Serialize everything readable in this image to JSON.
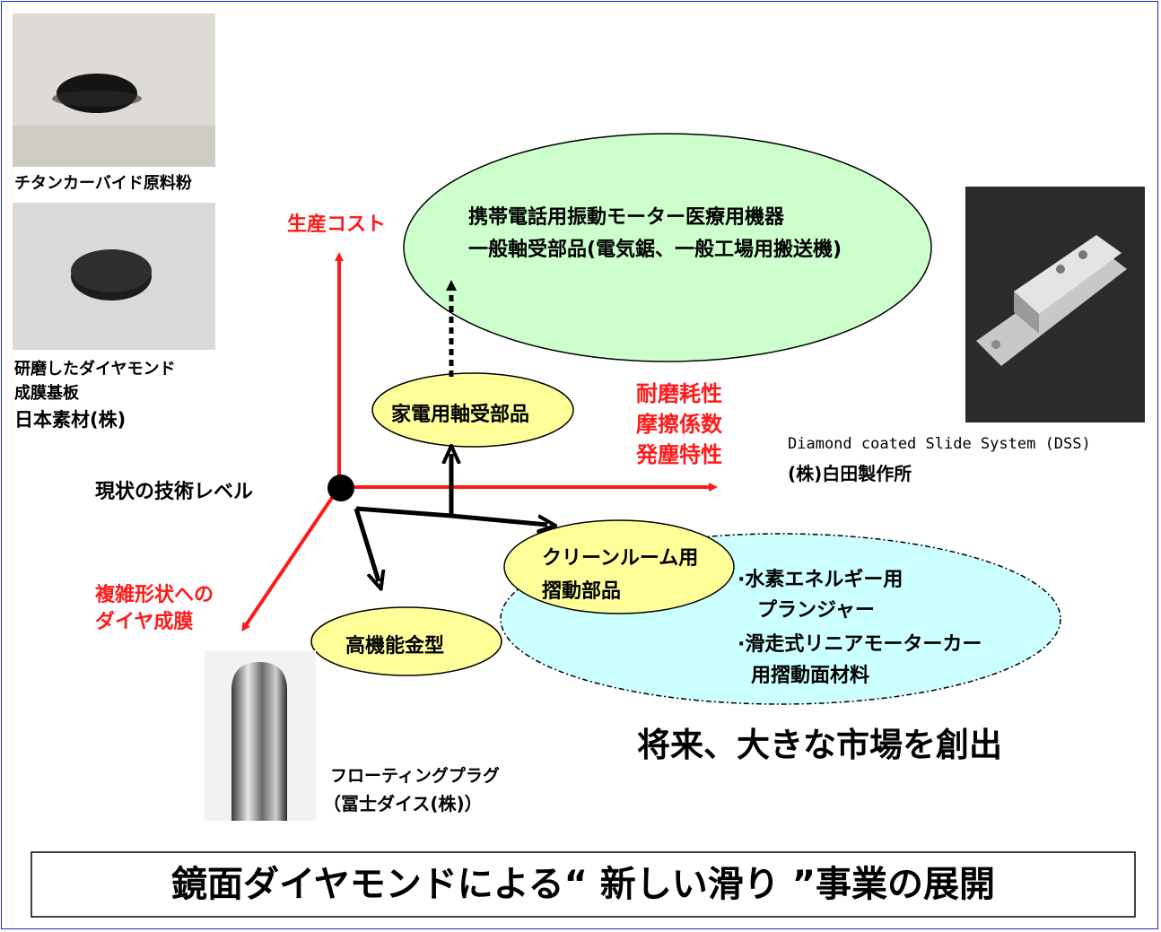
{
  "photos": {
    "powder_caption": "チタンカーバイド原料粉",
    "substrate_caption_1": "研磨したダイヤモンド",
    "substrate_caption_2": "成膜基板",
    "substrate_company": "日本素材(株)",
    "plug_caption": "フローティングプラグ",
    "plug_company": "（冨士ダイス(株)）",
    "dss_caption": "Diamond coated Slide System (DSS)",
    "dss_company": "(株)白田製作所"
  },
  "axes": {
    "vertical": "生産コスト",
    "horizontal_1": "耐磨耗性",
    "horizontal_2": "摩擦係数",
    "horizontal_3": "発塵特性",
    "diagonal_1": "複雑形状への",
    "diagonal_2": "ダイヤ成膜",
    "origin": "現状の技術レベル"
  },
  "nodes": {
    "big_market_line1": "携帯電話用振動モーター医療用機器",
    "big_market_line2": "一般軸受部品(電気鋸、一般工場用搬送機)",
    "appliance_bearing": "家電用軸受部品",
    "cleanroom_line1": "クリーンルーム用",
    "cleanroom_line2": "摺動部品",
    "mold": "高機能金型",
    "future_item1_a": "·水素エネルギー用",
    "future_item1_b": "プランジャー",
    "future_item2_a": "·滑走式リニアモーターカー",
    "future_item2_b": "用摺動面材料"
  },
  "future_market": "将来、大きな市場を創出",
  "main_title": "鏡面ダイヤモンドによる“ 新しい滑り ”事業の展開",
  "colors": {
    "axis_red": "#ff1a1a",
    "ellipse_green": "#ccffcc",
    "ellipse_yellow": "#ffff99",
    "ellipse_cyan": "#ccffff",
    "frame_blue": "#1a2ea8"
  }
}
